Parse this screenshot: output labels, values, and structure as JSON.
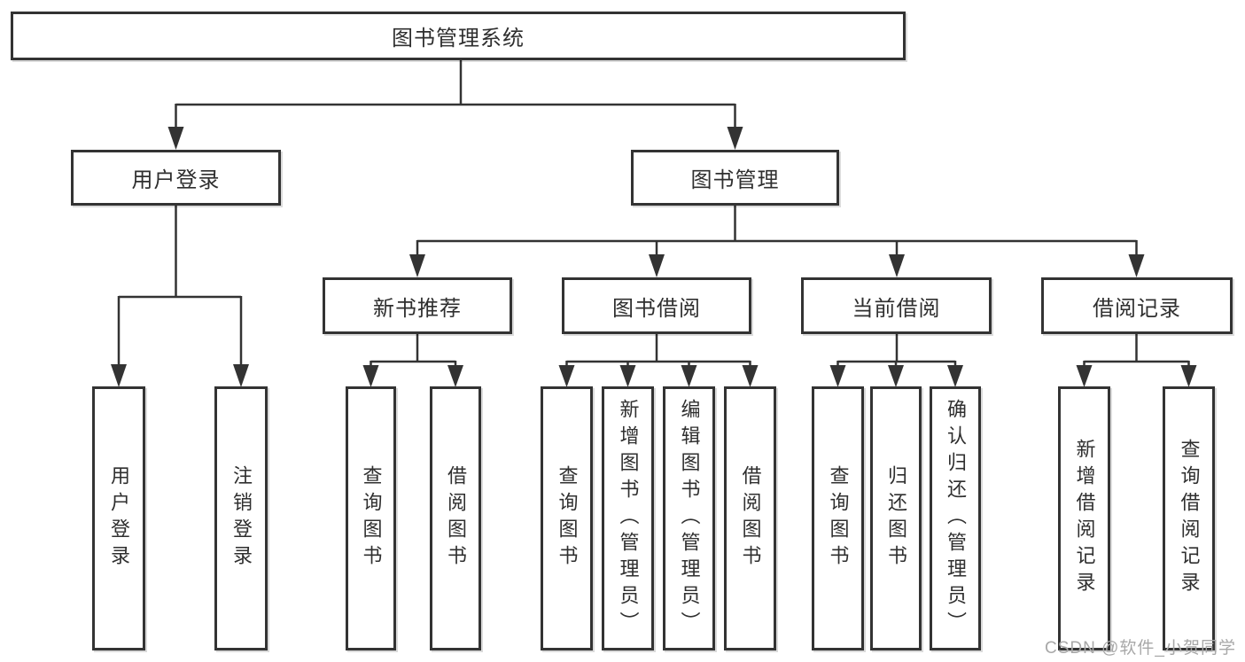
{
  "tree": {
    "root": {
      "label": "图书管理系统"
    },
    "level1": [
      {
        "label": "用户登录"
      },
      {
        "label": "图书管理"
      }
    ],
    "level2": [
      {
        "label": "新书推荐"
      },
      {
        "label": "图书借阅"
      },
      {
        "label": "当前借阅"
      },
      {
        "label": "借阅记录"
      }
    ],
    "leaves": [
      {
        "label": "用户登录",
        "parent": "用户登录"
      },
      {
        "label": "注销登录",
        "parent": "用户登录"
      },
      {
        "label": "查询图书",
        "parent": "新书推荐"
      },
      {
        "label": "借阅图书",
        "parent": "新书推荐"
      },
      {
        "label": "查询图书",
        "parent": "图书借阅"
      },
      {
        "label": "新增图书（管理员）",
        "parent": "图书借阅"
      },
      {
        "label": "编辑图书（管理员）",
        "parent": "图书借阅"
      },
      {
        "label": "借阅图书",
        "parent": "图书借阅"
      },
      {
        "label": "查询图书",
        "parent": "当前借阅"
      },
      {
        "label": "归还图书",
        "parent": "当前借阅"
      },
      {
        "label": "确认归还（管理员）",
        "parent": "当前借阅"
      },
      {
        "label": "新增借阅记录",
        "parent": "借阅记录"
      },
      {
        "label": "查询借阅记录",
        "parent": "借阅记录"
      }
    ],
    "structure": {
      "图书管理系统": [
        "用户登录",
        "图书管理"
      ],
      "用户登录": [
        "用户登录",
        "注销登录"
      ],
      "图书管理": [
        "新书推荐",
        "图书借阅",
        "当前借阅",
        "借阅记录"
      ],
      "新书推荐": [
        "查询图书",
        "借阅图书"
      ],
      "图书借阅": [
        "查询图书",
        "新增图书（管理员）",
        "编辑图书（管理员）",
        "借阅图书"
      ],
      "当前借阅": [
        "查询图书",
        "归还图书",
        "确认归还（管理员）"
      ],
      "借阅记录": [
        "新增借阅记录",
        "查询借阅记录"
      ]
    },
    "colors": {
      "line": "#333333",
      "text": "#2f2f2f",
      "background": "#ffffff",
      "watermark": "#a8a8a8"
    },
    "watermark": "CSDN @软件_小贺同学"
  }
}
